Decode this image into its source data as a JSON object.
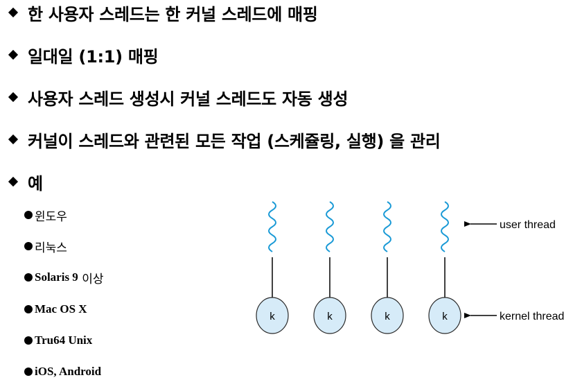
{
  "bullets": [
    "한 사용자 스레드는 한 커널 스레드에 매핑",
    "일대일 (1:1) 매핑",
    "사용자 스레드 생성시 커널 스레드도 자동 생성",
    "커널이 스레드와 관련된 모든 작업 (스케쥴링, 실행) 을 관리",
    "예"
  ],
  "examples": [
    {
      "text": "윈도우",
      "script": "ko"
    },
    {
      "text": "리눅스",
      "script": "ko"
    },
    {
      "text": "Solaris 9",
      "suffix": " 이상",
      "script": "latin"
    },
    {
      "text": "Mac OS X",
      "script": "latin"
    },
    {
      "text": "Tru64 Unix",
      "script": "latin"
    },
    {
      "text": "iOS, Android",
      "script": "latin"
    }
  ],
  "diagram": {
    "user_thread_label": "user thread",
    "kernel_thread_label": "kernel thread",
    "kernel_node_label": "k",
    "thread_count": 4,
    "colors": {
      "user_thread": "#1a9ad6",
      "kernel_fill": "#d6ebf8",
      "kernel_stroke": "#2a2a2a"
    }
  }
}
